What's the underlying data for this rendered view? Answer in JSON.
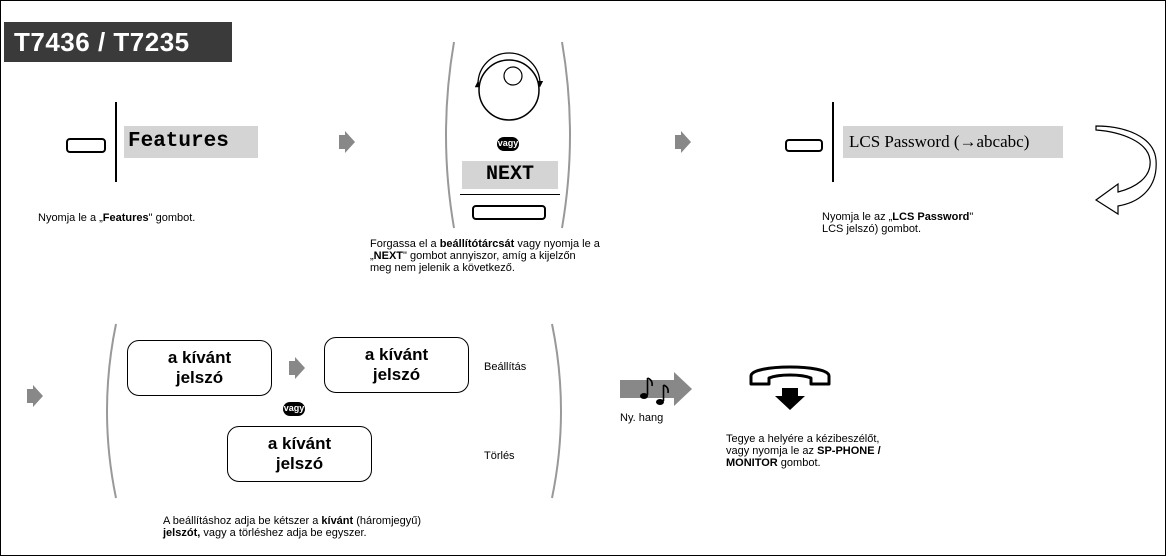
{
  "title": "T7436 / T7235",
  "step1": {
    "display": "Features",
    "caption_pre": "Nyomja le a „",
    "caption_bold": "Features",
    "caption_post": "\" gombot."
  },
  "step2": {
    "vagy": "vagy",
    "display": "NEXT",
    "caption_line1_pre": "Forgassa el a ",
    "caption_line1_bold": "beállítótárcsát",
    "caption_line1_post": " vagy nyomja le a",
    "caption_line2_pre": "„",
    "caption_line2_bold": "NEXT",
    "caption_line2_post": "\" gombot annyiszor, amíg a kijelzőn",
    "caption_line3": "meg nem jelenik a következő."
  },
  "step3": {
    "display": "LCS Password (→abcabc)",
    "caption_line1_pre": "Nyomja le az „",
    "caption_line1_bold": "LCS Password",
    "caption_line1_post": "\"",
    "caption_line2": "LCS jelszó) gombot."
  },
  "step4": {
    "box1_line1": "a kívánt",
    "box1_line2": "jelszó",
    "box2_line1": "a kívánt",
    "box2_line2": "jelszó",
    "box3_line1": "a kívánt",
    "box3_line2": "jelszó",
    "vagy": "vagy",
    "label_set": "Beállítás",
    "label_delete": "Törlés",
    "caption_line1_pre": "A beállításhoz adja be kétszer a ",
    "caption_line1_bold": "kívánt",
    "caption_line1_post": " (háromjegyű)",
    "caption_line2_bold": "jelszót,",
    "caption_line2_post": " vagy a törléshez adja be egyszer."
  },
  "step5": {
    "tone_label": "Ny. hang"
  },
  "step6": {
    "caption_line1": "Tegye a helyére a kézibeszélőt,",
    "caption_line2_pre": "vagy nyomja le az ",
    "caption_line2_bold": "SP-PHONE /",
    "caption_line3_bold": "MONITOR",
    "caption_line3_post": " gombot."
  },
  "icons": {
    "arrow": "arrow-right-icon",
    "dial": "dial-icon",
    "handset": "handset-hang-up-icon",
    "curved_arrow": "curved-arrow-icon",
    "music_note": "music-note-icon"
  }
}
